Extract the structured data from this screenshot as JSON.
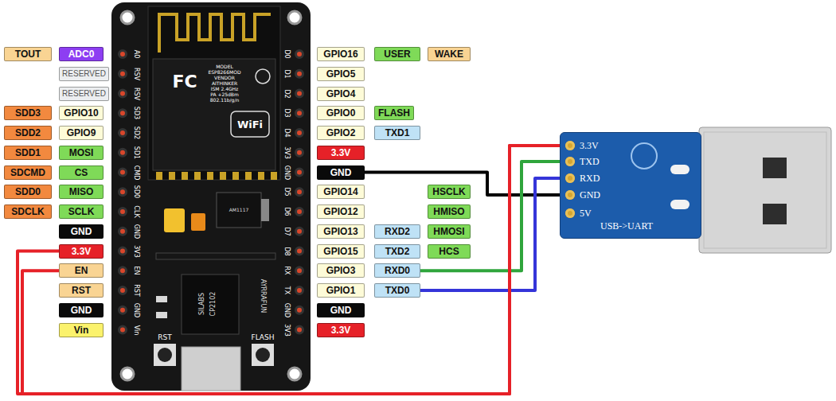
{
  "diagram": {
    "nodes": [
      {
        "text": [
          "TOUT"
        ]
      },
      {
        "text": [
          "ADC0"
        ]
      },
      {
        "text": [
          "GPIO16"
        ]
      },
      {
        "text": [
          "USER"
        ]
      },
      {
        "text": [
          "WAKE"
        ]
      },
      {
        "text": [
          "RESERVED"
        ]
      },
      {
        "text": [
          "GPIO5"
        ]
      },
      {
        "text": [
          "RESERVED"
        ]
      },
      {
        "text": [
          "GPIO4"
        ]
      },
      {
        "text": [
          "SDD3"
        ]
      },
      {
        "text": [
          "GPIO10"
        ]
      },
      {
        "text": [
          "GPIO0"
        ]
      },
      {
        "text": [
          "FLASH"
        ]
      },
      {
        "text": [
          "SDD2"
        ]
      },
      {
        "text": [
          "GPIO9"
        ]
      },
      {
        "text": [
          "GPIO2"
        ]
      },
      {
        "text": [
          "TXD1"
        ]
      },
      {
        "text": [
          "SDD1"
        ]
      },
      {
        "text": [
          "MOSI"
        ]
      },
      {
        "text": [
          "3.3V"
        ]
      },
      {
        "text": [
          "SDCMD"
        ]
      },
      {
        "text": [
          "CS"
        ]
      },
      {
        "text": [
          "GND"
        ]
      },
      {
        "text": [
          "SDD0"
        ]
      },
      {
        "text": [
          "MISO"
        ]
      },
      {
        "text": [
          "GPIO14"
        ]
      },
      {
        "text": [
          "HSCLK"
        ]
      },
      {
        "text": [
          "SDCLK"
        ]
      },
      {
        "text": [
          "SCLK"
        ]
      },
      {
        "text": [
          "GPIO12"
        ]
      },
      {
        "text": [
          "HMISO"
        ]
      },
      {
        "text": [
          "GND"
        ]
      },
      {
        "text": [
          "GPIO13"
        ]
      },
      {
        "text": [
          "RXD2"
        ]
      },
      {
        "text": [
          "HMOSI"
        ]
      },
      {
        "text": [
          "3.3V"
        ]
      },
      {
        "text": [
          "GPIO15"
        ]
      },
      {
        "text": [
          "TXD2"
        ]
      },
      {
        "text": [
          "HCS"
        ]
      },
      {
        "text": [
          "EN"
        ]
      },
      {
        "text": [
          "GPIO3"
        ]
      },
      {
        "text": [
          "RXD0"
        ]
      },
      {
        "text": [
          "RST"
        ]
      },
      {
        "text": [
          "GPIO1"
        ]
      },
      {
        "text": [
          "TXD0"
        ]
      },
      {
        "text": [
          "GND"
        ]
      },
      {
        "text": [
          "GND"
        ]
      },
      {
        "text": [
          "Vin"
        ]
      },
      {
        "text": [
          "3.3V"
        ]
      },
      {
        "text": [
          "3.3V",
          "TXD",
          "RXD",
          "GND",
          "5V",
          "USB->UART"
        ]
      }
    ],
    "edges": [
      {
        "from": 22,
        "to": 49,
        "arrow": "none"
      },
      {
        "from": 41,
        "to": 49,
        "arrow": "none"
      },
      {
        "from": 44,
        "to": 49,
        "arrow": "none"
      },
      {
        "from": 35,
        "to": 49,
        "arrow": "none"
      },
      {
        "from": 39,
        "to": 49,
        "arrow": "none"
      }
    ],
    "labels": [
      "A0",
      "RSV",
      "RSV",
      "SD3",
      "SD2",
      "SD1",
      "CMD",
      "SD0",
      "CLK",
      "GND",
      "3V3",
      "EN",
      "RST",
      "GND",
      "Vin",
      "D0",
      "D1",
      "D2",
      "D3",
      "D4",
      "3V3",
      "GND",
      "D5",
      "D6",
      "D7",
      "D8",
      "RX",
      "TX",
      "GND",
      "3V3",
      "FC",
      "MODEL",
      "ESP8266MOD",
      "VENDOR",
      "AITHINKER",
      "ISM 2.4GHz",
      "PA +25dBm",
      "802.11b/g/n",
      "WiFi",
      "AM1117",
      "SILABS",
      "CP2102",
      "AYRRAFUN",
      "RST",
      "FLASH"
    ]
  }
}
